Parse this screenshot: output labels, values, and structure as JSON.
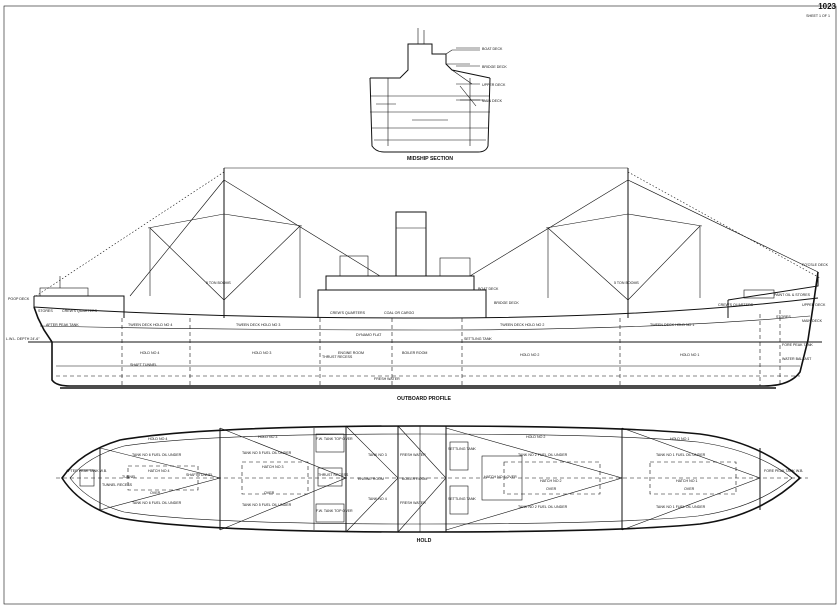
{
  "sheet": {
    "drawing_number": "1023",
    "sheet_label": "SHEET 1 OF 1"
  },
  "titles": {
    "midship": "MIDSHIP SECTION",
    "profile": "OUTBOARD PROFILE",
    "hold": "HOLD"
  },
  "midship_labels": [
    "BOAT DECK",
    "BRIDGE DECK",
    "UPPER DECK",
    "MAIN DECK"
  ],
  "profile_labels": {
    "poop_deck": "POOP DECK",
    "stores": "STORES",
    "crews_quarters": "CREW'S QUARTERS",
    "after_peak_tank": "AFTER PEAK TANK",
    "lwl": "L.W.L. DEPTH 24'-6\"",
    "tweendeck_4": "TWEEN DECK HOLD NO 4",
    "tweendeck_3": "TWEEN DECK HOLD NO 3",
    "tweendeck_2": "TWEEN DECK HOLD NO 2",
    "tweendeck_1": "TWEEN DECK HOLD NO 1",
    "boom_aft": "5 TON BOOMS",
    "boom_fwd": "5 TON BOOMS",
    "crews_quarters_mid": "CREW'S QUARTERS",
    "coal_or_cargo": "COAL OR CARGO",
    "boat_deck": "BOAT DECK",
    "bridge_deck": "BRIDGE DECK",
    "crews_quarters_fwd": "CREW'S QUARTERS",
    "stores_fwd": "STORES",
    "paint_oil": "PAINT OIL & STORES",
    "forecastle": "FO'CSLE DECK",
    "upper_deck": "UPPER DECK",
    "main_deck": "MAIN DECK",
    "fore_peak": "FORE PEAK TANK",
    "water_ballast": "WATER BALLAST",
    "hold_4": "HOLD NO 4",
    "hold_3": "HOLD NO 3",
    "hold_2": "HOLD NO 2",
    "hold_1": "HOLD NO 1",
    "shaft_tunnel": "SHAFT TUNNEL",
    "thrust_recess": "THRUST RECESS",
    "engine_room": "ENGINE ROOM",
    "boiler_room": "BOILER ROOM",
    "dynamo_flat": "DYNAMO FLAT",
    "settling_tank": "SETTLING TANK",
    "fresh_water_low": "FRESH WATER"
  },
  "plan_labels": {
    "hold_4": "HOLD NO 4",
    "hold_3": "HOLD NO 3",
    "hold_2": "HOLD NO 2",
    "hold_1": "HOLD NO 1",
    "tank6_upper": "TANK NO 6 FUEL OIL UNDER",
    "tank6_lower": "TANK NO 6 FUEL OIL UNDER",
    "tank5_upper": "TANK NO 5 FUEL OIL UNDER",
    "tank5_lower": "TANK NO 5 FUEL OIL UNDER",
    "tank2_upper": "TANK NO 2 FUEL OIL UNDER",
    "tank2_lower": "TANK NO 2 FUEL OIL UNDER",
    "tank1_upper": "TANK NO 1 FUEL OIL UNDER",
    "tank1_lower": "TANK NO 1 FUEL OIL UNDER",
    "hatch_4": "HATCH NO 4",
    "hatch_3": "HATCH NO 3",
    "hatch_2": "HATCH NO 2",
    "hatch_1": "HATCH NO 1",
    "over_4": "OVER",
    "over_3": "OVER",
    "over_2": "OVER",
    "over_1": "OVER",
    "tunnel_recess": "TUNNEL RECESS",
    "tunnel": "TUNNEL",
    "shaft_tunnel": "SHAFT TUNNEL",
    "thrust_recess": "THRUST RECESS",
    "fw_tank_top": "F.W. TANK TOP OVER",
    "fw_tank_bottom": "F.W. TANK TOP OVER",
    "tank_no3": "TANK NO 3",
    "tank_no4": "TANK NO 4",
    "engine_room": "ENGINE ROOM",
    "fresh_water_upper": "FRESH WATER",
    "fresh_water_lower": "FRESH WATER",
    "boiler_room": "BOILER ROOM",
    "settling_tank_upper": "SETTLING TANK",
    "settling_tank_lower": "SETTLING TANK",
    "hatch_3_side": "HATCH NO 3 OVER",
    "after_peak_tank": "AFTER PEAK TANK W.B.",
    "fore_peak_tank": "FORE PEAK TANK W.B."
  }
}
